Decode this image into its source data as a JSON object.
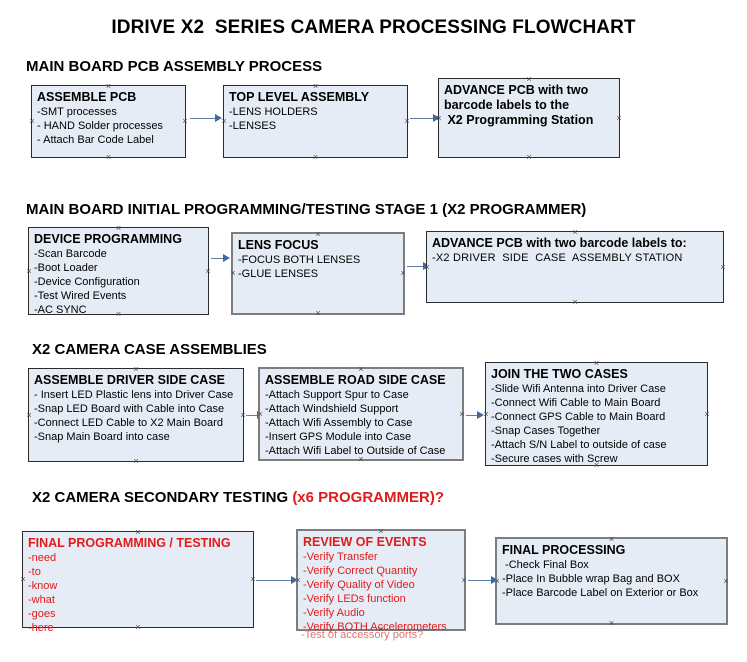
{
  "document": {
    "title": "IDRIVE X2  SERIES CAMERA PROCESSING FLOWCHART"
  },
  "colors": {
    "box_fill": "#e6ecf5",
    "box_border": "#2b2b2b",
    "box_border_gray": "#7d7d7d",
    "arrow": "#3f6a9e",
    "red_text": "#e01b1b",
    "black_text": "#000000",
    "background": "#ffffff"
  },
  "sections": [
    {
      "id": "pcb-assembly",
      "header": "MAIN BOARD PCB ASSEMBLY PROCESS",
      "header_red_suffix": "",
      "boxes": [
        {
          "id": "assemble-pcb",
          "title": "ASSEMBLE PCB",
          "lines": [
            "-SMT processes",
            "- HAND Solder processes",
            "- Attach Bar Code Label"
          ]
        },
        {
          "id": "top-level-assembly",
          "title": "TOP LEVEL ASSEMBLY",
          "lines": [
            "-LENS HOLDERS",
            "-LENSES"
          ]
        },
        {
          "id": "advance-pcb-programming-station",
          "title": "ADVANCE PCB with two",
          "title_lines": [
            "ADVANCE PCB with two",
            "barcode labels to the",
            " X2 Programming Station"
          ],
          "lines": []
        }
      ]
    },
    {
      "id": "initial-programming",
      "header": "MAIN BOARD INITIAL PROGRAMMING/TESTING STAGE 1 (X2 PROGRAMMER)",
      "boxes": [
        {
          "id": "device-programming",
          "title": "DEVICE PROGRAMMING",
          "lines": [
            "-Scan Barcode",
            "-Boot Loader",
            "-Device Configuration",
            "-Test Wired Events",
            "-AC SYNC"
          ]
        },
        {
          "id": "lens-focus",
          "title": "LENS FOCUS",
          "lines": [
            "-FOCUS BOTH LENSES",
            "-GLUE LENSES"
          ]
        },
        {
          "id": "advance-pcb-driver-side",
          "title": "ADVANCE PCB with two barcode labels to:",
          "lines": [
            "-X2 DRIVER  SIDE  CASE  ASSEMBLY STATION"
          ]
        }
      ]
    },
    {
      "id": "case-assemblies",
      "header": "X2 CAMERA CASE ASSEMBLIES",
      "boxes": [
        {
          "id": "assemble-driver-side-case",
          "title": "ASSEMBLE DRIVER SIDE CASE",
          "lines": [
            "- Insert LED Plastic lens into Driver Case",
            "-Snap LED Board with Cable into Case",
            "-Connect LED Cable to X2 Main Board",
            "-Snap Main Board into case"
          ]
        },
        {
          "id": "assemble-road-side-case",
          "title": "ASSEMBLE ROAD SIDE CASE",
          "lines": [
            "-Attach Support Spur to Case",
            "-Attach Windshield Support",
            "-Attach Wifi Assembly to Case",
            "-Insert GPS Module into Case",
            "-Attach Wifi Label to Outside of Case"
          ]
        },
        {
          "id": "join-the-two-cases",
          "title": "JOIN THE TWO CASES",
          "lines": [
            "-Slide Wifi Antenna into Driver Case",
            "-Connect Wifi Cable to Main Board",
            "-Connect GPS Cable to Main Board",
            "-Snap Cases Together",
            "-Attach S/N Label to outside of case",
            "-Secure cases with Screw"
          ]
        }
      ]
    },
    {
      "id": "secondary-testing",
      "header": "X2 CAMERA SECONDARY TESTING ",
      "header_red_suffix": "(x6 PROGRAMMER)?",
      "boxes": [
        {
          "id": "final-programming-testing",
          "title": "FINAL PROGRAMMING / TESTING",
          "lines": [
            "-need",
            "-to",
            "-know",
            "-what",
            "-goes",
            "-here"
          ]
        },
        {
          "id": "review-of-events",
          "title": "REVIEW OF EVENTS",
          "lines": [
            "-Verify Transfer",
            "-Verify Correct Quantity",
            "-Verify Quality of Video",
            "-Verify LEDs function",
            "-Verify Audio",
            "-Verify BOTH Accelerometers"
          ],
          "overflow_line": "-Test of accessory ports?"
        },
        {
          "id": "final-processing",
          "title": "FINAL PROCESSING",
          "lines": [
            " -Check Final Box",
            "-Place In Bubble wrap Bag and BOX",
            "-Place Barcode Label on Exterior or Box"
          ]
        }
      ]
    }
  ]
}
